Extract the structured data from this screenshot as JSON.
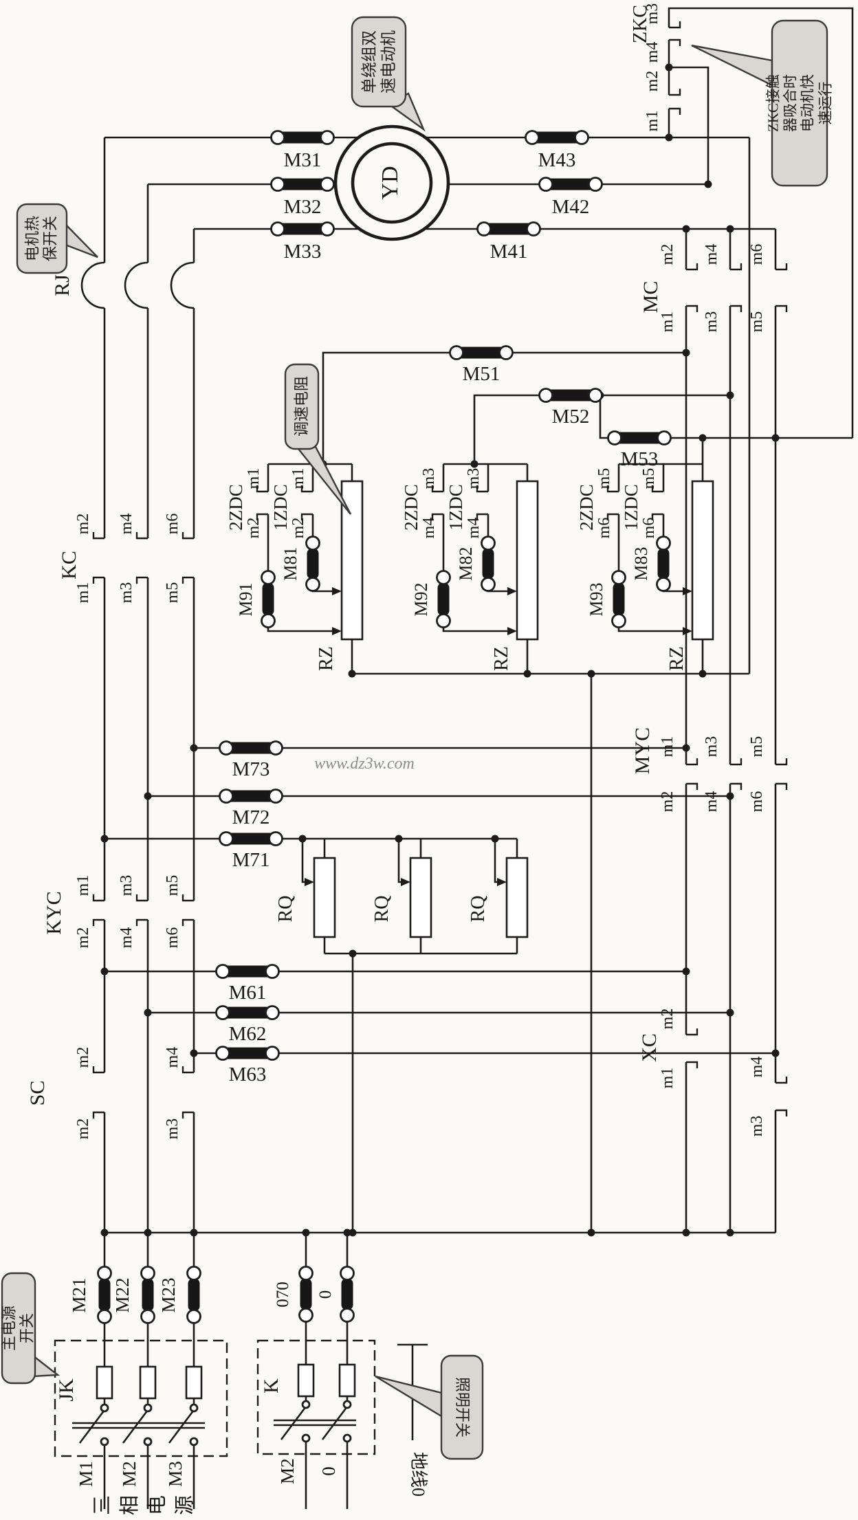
{
  "diagram": {
    "watermark": "www.dz3w.com",
    "callouts": {
      "motor": "单绕组双\n速电动机",
      "thermal": "电机热\n保开关",
      "zkc": "ZKC接触器吸合时\n电动机快速运行",
      "resistor": "调速电阻",
      "main_switch": "主电源\n开关",
      "light_switch": "照明开关"
    },
    "t": {
      "M31": "M31",
      "M32": "M32",
      "M33": "M33",
      "M41": "M41",
      "M42": "M42",
      "M43": "M43",
      "M51": "M51",
      "M52": "M52",
      "M53": "M53",
      "M61": "M61",
      "M62": "M62",
      "M63": "M63",
      "M71": "M71",
      "M72": "M72",
      "M73": "M73",
      "M81": "M81",
      "M82": "M82",
      "M83": "M83",
      "M91": "M91",
      "M92": "M92",
      "M93": "M93",
      "M21": "M21",
      "M22": "M22",
      "M23": "M23",
      "M1": "M1",
      "M2": "M2",
      "M3": "M3",
      "f070": "070",
      "zero": "0",
      "RJ": "RJ",
      "YD": "YD",
      "RZ": "RZ",
      "RQ": "RQ",
      "JK": "JK",
      "K": "K",
      "KC": "KC",
      "MC": "MC",
      "MYC": "MYC",
      "KYC": "KYC",
      "SC": "SC",
      "XC": "XC",
      "ZKC": "ZKC",
      "zdc1": "1ZDC",
      "zdc2": "2ZDC",
      "m1": "m1",
      "m2": "m2",
      "m3": "m3",
      "m4": "m4",
      "m5": "m5",
      "m6": "m6",
      "ground": "地线0",
      "phases": "三相电源"
    }
  }
}
